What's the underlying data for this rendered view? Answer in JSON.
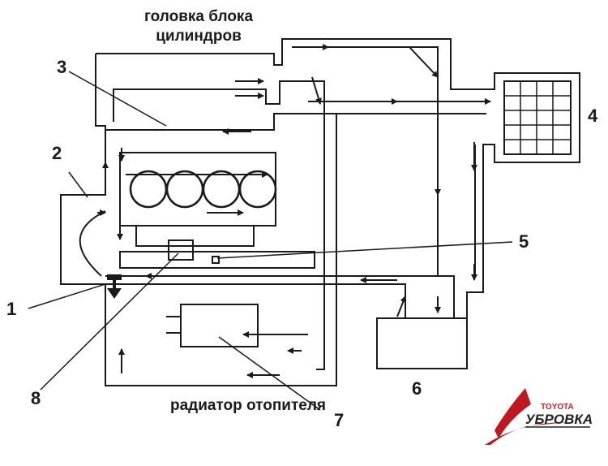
{
  "title_line1": "головка блока",
  "title_line2": "цилиндров",
  "bottom_caption": "радиатор отопителя",
  "callouts": [
    "1",
    "2",
    "3",
    "4",
    "5",
    "6",
    "7",
    "8"
  ],
  "logo": {
    "top": "TOYOTA",
    "main": "УБРОВКА"
  },
  "colors": {
    "line": "#1a1a1a",
    "logo_red": "#d0202a",
    "background": "#ffffff"
  }
}
